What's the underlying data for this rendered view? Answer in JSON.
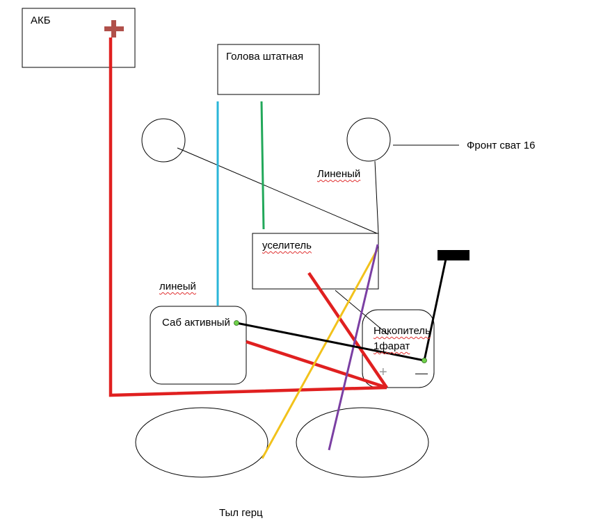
{
  "labels": {
    "battery": "АКБ",
    "head_unit": "Голова штатная",
    "front_speakers": "Фронт сват 16",
    "line_right": "Линеный",
    "amplifier": "уселитель",
    "line_left": "линеый",
    "subwoofer": "Саб активный",
    "capacitor": "Накопитель 1фарат",
    "rear_speakers": "Тыл герц"
  },
  "colors": {
    "power": "#e02020",
    "rca_blue": "#29b6d8",
    "rca_green": "#22a85a",
    "yellow": "#f2c21b",
    "purple": "#7b3fa3",
    "ground": "#000000",
    "plus_sign": "#b0504a",
    "node": "#6fd14a"
  },
  "capacitor_signs": {
    "plus": "+",
    "minus": "—"
  }
}
